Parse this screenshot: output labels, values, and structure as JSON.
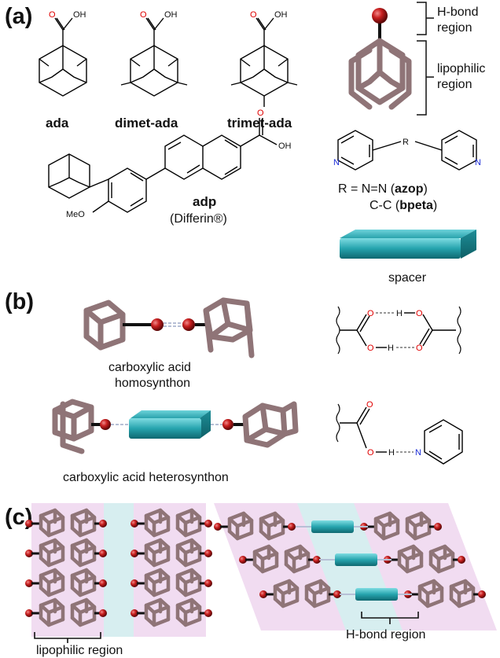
{
  "figure": {
    "panel_labels": {
      "a": "(a)",
      "b": "(b)",
      "c": "(c)"
    },
    "panel_a": {
      "compounds": {
        "ada": "ada",
        "dimet_ada": "dimet-ada",
        "trimet_ada": "trimet-ada"
      },
      "atoms": {
        "O": "O",
        "OH": "OH",
        "N": "N",
        "R": "R",
        "MeO": "MeO"
      },
      "adp": {
        "name": "adp",
        "brand": "(Differin®)"
      },
      "model_labels": {
        "hbond_1": "H-bond",
        "hbond_2": "region",
        "lipo_1": "lipophilic",
        "lipo_2": "region"
      },
      "spacer": {
        "R_prefix": "R = N=N (",
        "azop": "azop",
        "close1": ")",
        "cc_prefix": "C-C (",
        "bpeta": "bpeta",
        "close2": ")",
        "label": "spacer"
      }
    },
    "panel_b": {
      "homo_1": "carboxylic acid",
      "homo_2": "homosynthon",
      "hetero": "carboxylic acid heterosynthon",
      "atoms": {
        "O": "O",
        "H": "H",
        "N": "N"
      }
    },
    "panel_c": {
      "lipophilic": "lipophilic region",
      "hbond": "H-bond region"
    }
  }
}
